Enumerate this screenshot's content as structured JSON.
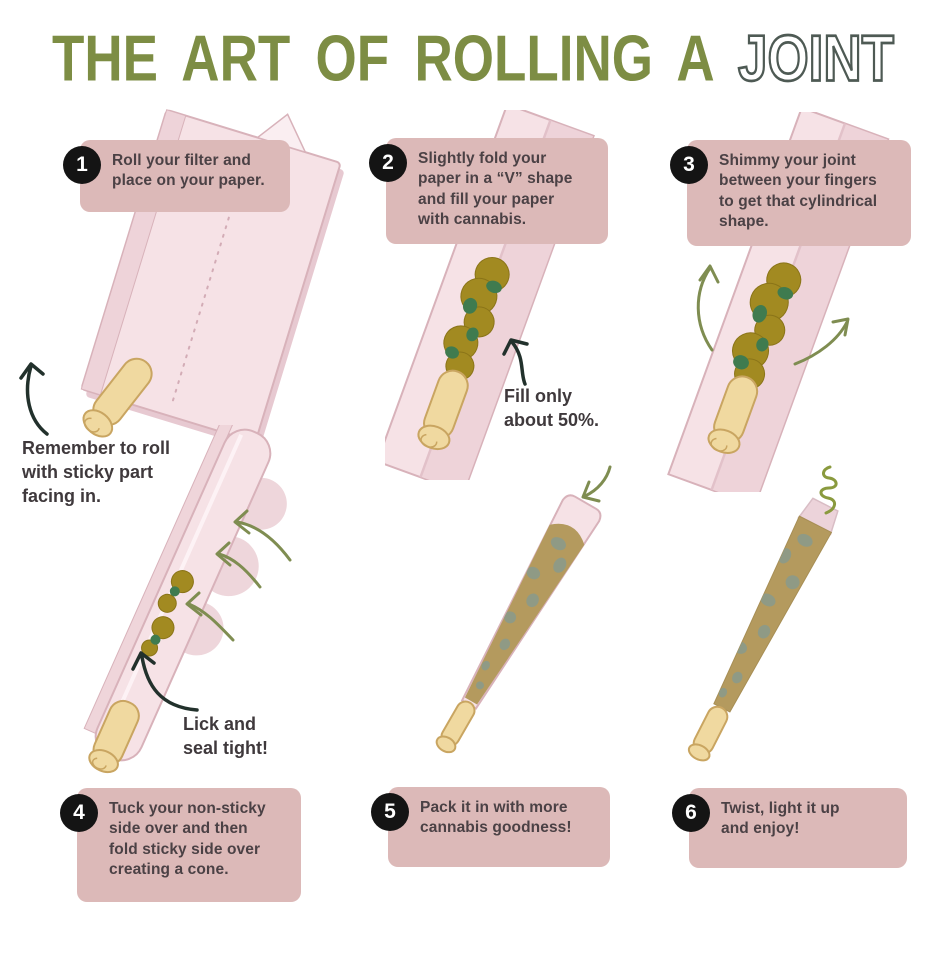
{
  "title": {
    "main": "THE ART OF ROLLING A",
    "outline": "JOINT"
  },
  "steps": [
    {
      "number": "1",
      "text": "Roll your filter and\nplace on your paper."
    },
    {
      "number": "2",
      "text": "Slightly fold your\npaper in a “V” shape\nand fill your paper\nwith cannabis."
    },
    {
      "number": "3",
      "text": "Shimmy your joint\nbetween your fingers\nto get that cylindrical\nshape."
    },
    {
      "number": "4",
      "text": "Tuck your non-sticky\nside over and then\nfold sticky side over\ncreating a cone."
    },
    {
      "number": "5",
      "text": "Pack it in with more\ncannabis goodness!"
    },
    {
      "number": "6",
      "text": "Twist, light it up\nand enjoy!"
    }
  ],
  "annotations": {
    "sticky": "Remember to roll\nwith sticky part\nfacing in.",
    "fill": "Fill only\nabout 50%.",
    "lick": "Lick and\nseal tight!"
  },
  "colors": {
    "background": "#ffffff",
    "title_green": "#7d8d44",
    "outline_stroke": "#4e5a54",
    "box_pink": "#dcb9b8",
    "box_text": "#4b4145",
    "ann_text": "#3f393c",
    "badge_black": "#141414",
    "badge_text": "#ffffff",
    "paper_pink": "#f6e2e6",
    "paper_mid": "#eed3d9",
    "paper_edge": "#d8b2ba",
    "filter_tan": "#f0d9a0",
    "filter_edge": "#c9a561",
    "cannabis_olive": "#a28a21",
    "cannabis_outline": "#8a7418",
    "cannabis_green": "#3f7b4f",
    "joint_khaki": "#b49a5e",
    "joint_spot": "#8f9a85",
    "arrow_green": "#7f8d51",
    "arrow_dark": "#22312c",
    "squiggle_green": "#8a9a3e"
  }
}
